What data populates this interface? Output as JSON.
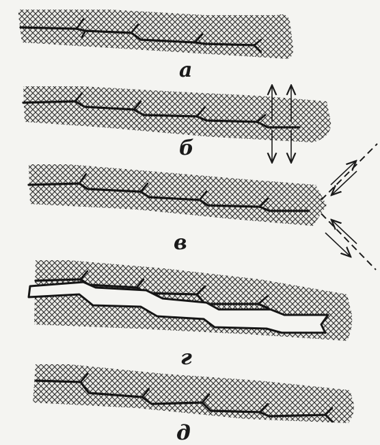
{
  "figure": {
    "panels": [
      {
        "id": "a",
        "label": "а"
      },
      {
        "id": "b",
        "label": "б"
      },
      {
        "id": "v",
        "label": "в"
      },
      {
        "id": "g",
        "label": "г"
      },
      {
        "id": "d",
        "label": "д"
      }
    ]
  },
  "colors": {
    "background": "#f4f4f1",
    "ink": "#151515"
  }
}
